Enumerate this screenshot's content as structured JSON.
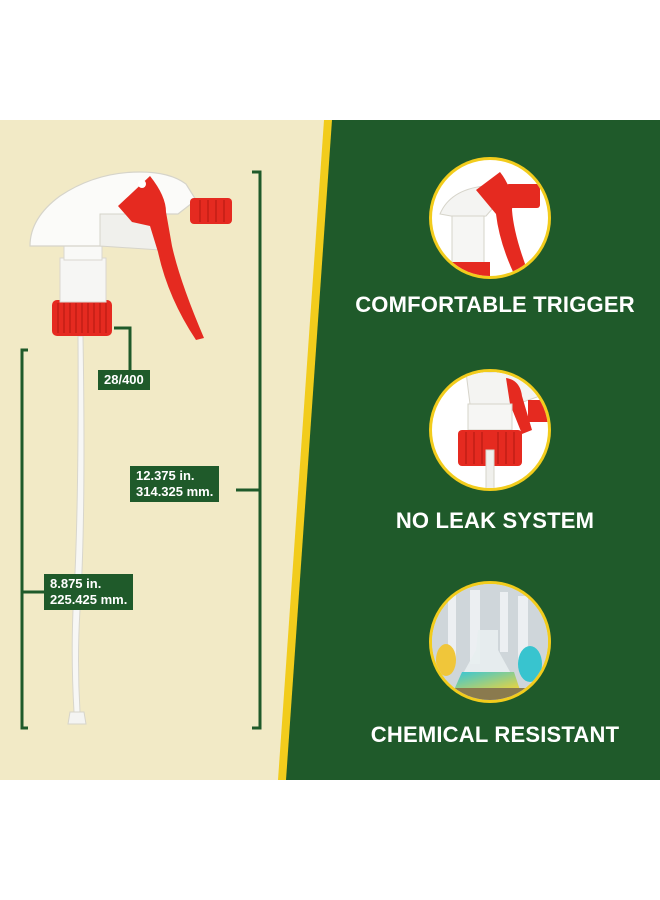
{
  "measurements": {
    "neck_finish": "28/400",
    "total_length_in": "12.375 in.",
    "total_length_mm": "314.325 mm.",
    "tube_length_in": "8.875 in.",
    "tube_length_mm": "225.425 mm."
  },
  "features": [
    {
      "title": "COMFORTABLE TRIGGER",
      "icon": "trigger-closeup-icon"
    },
    {
      "title": "NO LEAK SYSTEM",
      "icon": "sealed-neck-closeup-icon"
    },
    {
      "title": "CHEMICAL RESISTANT",
      "icon": "lab-glassware-icon"
    }
  ],
  "colors": {
    "left_background": "#f2eac6",
    "right_background": "#1f5a2a",
    "accent_yellow": "#f2cc1c",
    "trigger_red": "#e52a20",
    "label_green": "#1f5a2a"
  }
}
